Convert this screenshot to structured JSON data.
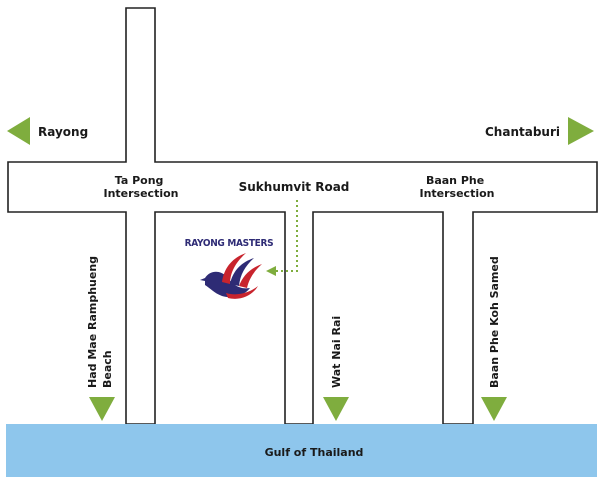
{
  "map": {
    "places": {
      "left_city": "Rayong",
      "right_city": "Chantaburi",
      "ta_pong": [
        "Ta Pong",
        "Intersection"
      ],
      "main_road": "Sukhumvit Road",
      "baan_phe": [
        "Baan Phe",
        "Intersection"
      ],
      "beach_road": [
        "Had Mae Ramphueng",
        "Beach"
      ],
      "temple_road": "Wat Nai Rai",
      "samed_road": "Baan Phe Koh Samed",
      "sea": "Gulf of Thailand"
    },
    "logo": {
      "text": "RAYONG MASTERS"
    },
    "colors": {
      "arrow": "#7fad3e",
      "sea": "#8ec6ec",
      "road_outline": "#222222",
      "logo_navy": "#2e2b75",
      "logo_red": "#c8242d",
      "dotted_path": "#7fad3e"
    }
  }
}
